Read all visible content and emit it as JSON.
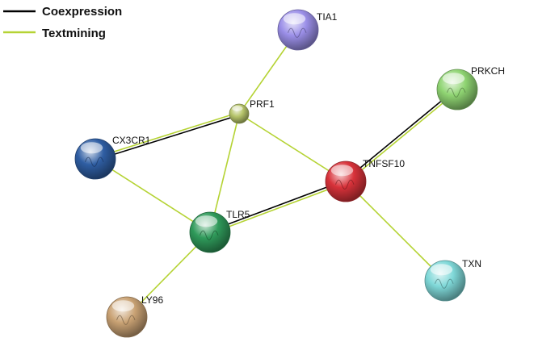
{
  "legend": [
    {
      "label": "Coexpression",
      "color": "#000000"
    },
    {
      "label": "Textmining",
      "color": "#b5d334"
    }
  ],
  "nodes": [
    {
      "id": "TIA1",
      "label": "TIA1",
      "color": "#9b8fe8",
      "size": "large"
    },
    {
      "id": "PRF1",
      "label": "PRF1",
      "color": "#b6c46a",
      "size": "small"
    },
    {
      "id": "CX3CR1",
      "label": "CX3CR1",
      "color": "#2f5ea3",
      "size": "large"
    },
    {
      "id": "TNFSF10",
      "label": "TNFSF10",
      "color": "#d8323a",
      "size": "large"
    },
    {
      "id": "TLR5",
      "label": "TLR5",
      "color": "#2f9a5a",
      "size": "large"
    },
    {
      "id": "PRKCH",
      "label": "PRKCH",
      "color": "#8fd472",
      "size": "large"
    },
    {
      "id": "TXN",
      "label": "TXN",
      "color": "#7fd8d8",
      "size": "large"
    },
    {
      "id": "LY96",
      "label": "LY96",
      "color": "#c9a274",
      "size": "large"
    }
  ],
  "edges": [
    {
      "source": "TIA1",
      "target": "PRF1",
      "types": [
        "Textmining"
      ]
    },
    {
      "source": "PRF1",
      "target": "CX3CR1",
      "types": [
        "Coexpression",
        "Textmining"
      ]
    },
    {
      "source": "PRF1",
      "target": "TLR5",
      "types": [
        "Textmining"
      ]
    },
    {
      "source": "PRF1",
      "target": "TNFSF10",
      "types": [
        "Textmining"
      ]
    },
    {
      "source": "CX3CR1",
      "target": "TLR5",
      "types": [
        "Textmining"
      ]
    },
    {
      "source": "TLR5",
      "target": "TNFSF10",
      "types": [
        "Coexpression",
        "Textmining"
      ]
    },
    {
      "source": "TNFSF10",
      "target": "PRKCH",
      "types": [
        "Coexpression",
        "Textmining"
      ]
    },
    {
      "source": "TNFSF10",
      "target": "TXN",
      "types": [
        "Textmining"
      ]
    },
    {
      "source": "TLR5",
      "target": "LY96",
      "types": [
        "Textmining"
      ]
    }
  ]
}
